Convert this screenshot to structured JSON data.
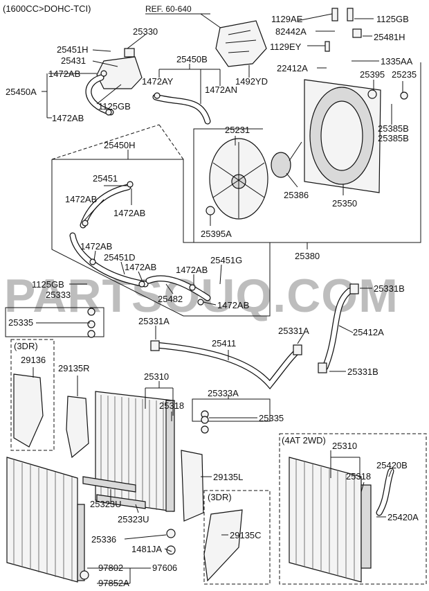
{
  "diagram": {
    "engine_header": "(1600CC>DOHC-TCI)",
    "reference": "REF. 60-640",
    "watermark": "PARTSOUQ.COM",
    "variant_labels": {
      "three_door_left": "(3DR)",
      "three_door_right": "(3DR)",
      "automatic_2wd": "(4AT 2WD)"
    },
    "part_labels": [
      "25330",
      "25451H",
      "25431",
      "1472AB",
      "25450A",
      "1125GB",
      "1472AB",
      "25450B",
      "1472AY",
      "1472AN",
      "1492YD",
      "1129AE",
      "1125GB",
      "82442A",
      "25481H",
      "1129EY",
      "1335AA",
      "22412A",
      "25395",
      "25235",
      "25385B",
      "25385B",
      "25450H",
      "25231",
      "25386",
      "25350",
      "25395A",
      "25380",
      "25451",
      "1472AB",
      "1472AB",
      "1472AB",
      "25451D",
      "1472AB",
      "1472AB",
      "25451G",
      "25482",
      "1472AB",
      "1125GB",
      "25333",
      "25335",
      "25331A",
      "25411",
      "25331A",
      "25331B",
      "25412A",
      "25331B",
      "29136",
      "29135R",
      "25310",
      "25318",
      "25333A",
      "25335",
      "25310",
      "25318",
      "25420B",
      "25420A",
      "29135L",
      "25323U",
      "25323U",
      "29135C",
      "25336",
      "1481JA",
      "97802",
      "97606",
      "97852A"
    ]
  }
}
